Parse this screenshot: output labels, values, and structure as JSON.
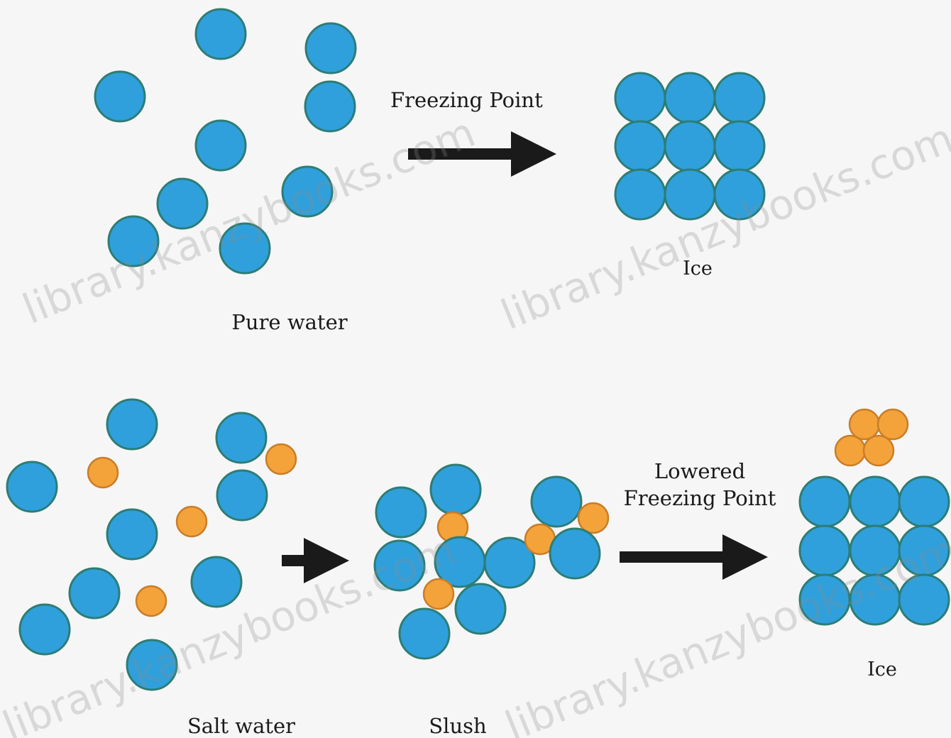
{
  "labels": {
    "freezing_point": "Freezing Point",
    "ice_top": "Ice",
    "pure_water": "Pure water",
    "lowered_line1": "Lowered",
    "lowered_line2": "Freezing Point",
    "ice_bottom": "Ice",
    "salt_water": "Salt water",
    "slush": "Slush"
  },
  "watermark": "library.kanzybooks.com",
  "colors": {
    "water_molecule": "#2fa0dc",
    "water_outline": "#2d7d74",
    "salt_ion": "#f3a33a",
    "salt_outline": "#c97d28",
    "arrow": "#1a1a1a",
    "background": "#f6f6f6"
  }
}
